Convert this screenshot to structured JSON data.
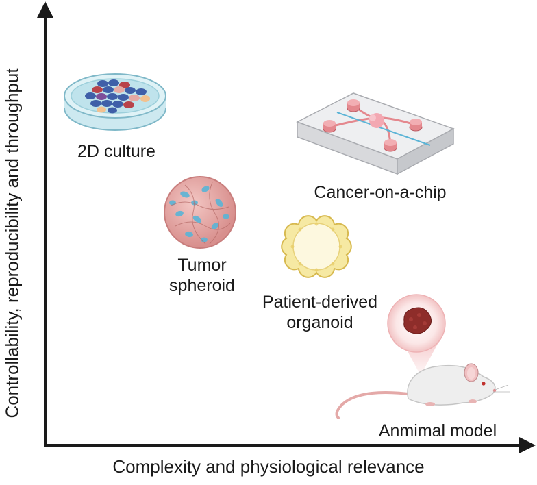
{
  "axes": {
    "x_label": "Complexity and physiological relevance",
    "y_label": "Controllability, reproducibility and throughput"
  },
  "models": {
    "culture_2d": {
      "label": "2D culture"
    },
    "tumor_spheroid": {
      "line1": "Tumor",
      "line2": "spheroid"
    },
    "cancer_on_chip": {
      "label": "Cancer-on-a-chip"
    },
    "organoid": {
      "line1": "Patient-derived",
      "line2": "organoid"
    },
    "animal": {
      "label": "Anmimal model"
    }
  },
  "colors": {
    "axis": "#1a1a1a",
    "dish": "#bfe3ec",
    "cell_blue": "#3f5fa8",
    "cell_red": "#b8434a",
    "spheroid_pink": "#e6a7a5",
    "spheroid_cyan": "#5bb4d6",
    "organoid_yellow": "#f6e9a3",
    "chip_port": "#e4888e",
    "tumor_dark": "#8e2d2a",
    "mouse_body": "#eeeeee",
    "mouse_ear": "#f0c0c2"
  }
}
